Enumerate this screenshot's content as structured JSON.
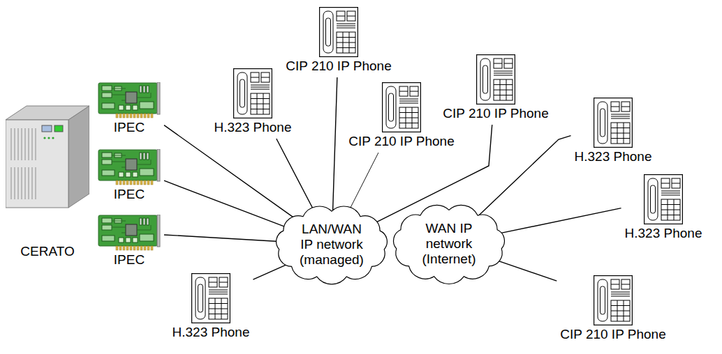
{
  "diagram": {
    "nodes": [
      {
        "text": [
          "CERATO"
        ]
      },
      {
        "text": [
          "IPEC"
        ]
      },
      {
        "text": [
          "IPEC"
        ]
      },
      {
        "text": [
          "IPEC"
        ]
      },
      {
        "text": [
          "H.323 Phone"
        ]
      },
      {
        "text": [
          "CIP 210 IP Phone"
        ]
      },
      {
        "text": [
          "CIP 210 IP Phone"
        ]
      },
      {
        "text": [
          "CIP 210 IP Phone"
        ]
      },
      {
        "text": [
          "H.323 Phone"
        ]
      },
      {
        "text": [
          "H.323 Phone"
        ]
      },
      {
        "text": [
          "CIP 210 IP Phone"
        ]
      },
      {
        "text": [
          "H.323 Phone"
        ]
      },
      {
        "text": [
          "LAN/WAN IP network (managed)"
        ]
      },
      {
        "text": [
          "WAN IP network (Internet)"
        ]
      }
    ],
    "edges": [
      {
        "from": 1,
        "to": 12,
        "arrow": "none"
      },
      {
        "from": 2,
        "to": 12,
        "arrow": "none"
      },
      {
        "from": 3,
        "to": 12,
        "arrow": "none"
      },
      {
        "from": 4,
        "to": 12,
        "arrow": "none"
      },
      {
        "from": 5,
        "to": 12,
        "arrow": "none"
      },
      {
        "from": 6,
        "to": 12,
        "arrow": "none"
      },
      {
        "from": 7,
        "to": 12,
        "arrow": "none"
      },
      {
        "from": 11,
        "to": 12,
        "arrow": "none"
      },
      {
        "from": 8,
        "to": 13,
        "arrow": "none"
      },
      {
        "from": 9,
        "to": 13,
        "arrow": "none"
      },
      {
        "from": 10,
        "to": 13,
        "arrow": "none"
      }
    ]
  }
}
